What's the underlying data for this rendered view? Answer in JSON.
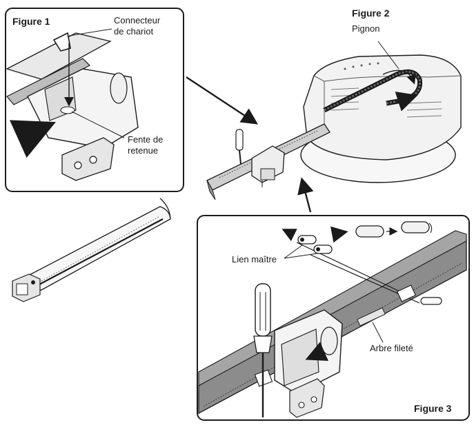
{
  "figure1": {
    "title": "Figure 1",
    "label_connector_line1": "Connecteur",
    "label_connector_line2": "de chariot",
    "label_slot_line1": "Fente de",
    "label_slot_line2": "retenue"
  },
  "figure2": {
    "title": "Figure 2",
    "label_sprocket": "Pignon"
  },
  "figure3": {
    "title": "Figure 3",
    "label_master_link": "Lien maître",
    "label_threaded_shaft": "Arbre fileté"
  },
  "colors": {
    "ink": "#1a1a1a",
    "rail_gray": "#7a7a7a",
    "rail_dark": "#3c3c3c",
    "panel_border": "#1a1a1a",
    "opener_light": "#f2f2f2"
  }
}
